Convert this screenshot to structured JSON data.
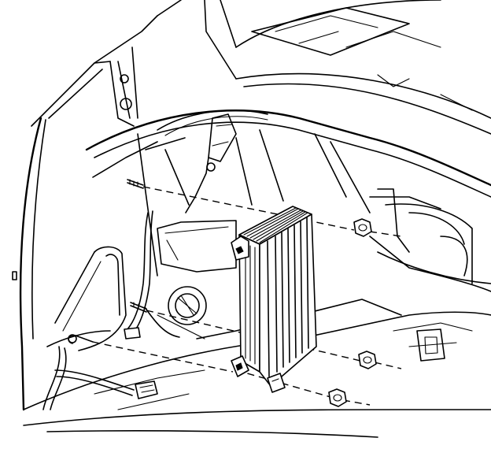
{
  "figure": {
    "kind": "technical-line-drawing",
    "description_labels": [],
    "parts": [
      {
        "name": "amplifier-module",
        "icon": "amplifier-icon"
      },
      {
        "name": "mounting-stud-upper",
        "icon": "stud-icon"
      },
      {
        "name": "mounting-stud-lower",
        "icon": "stud-icon"
      },
      {
        "name": "nut-upper",
        "icon": "nut-icon"
      },
      {
        "name": "nut-middle",
        "icon": "nut-icon"
      },
      {
        "name": "nut-lower",
        "icon": "nut-icon"
      },
      {
        "name": "wire-harness",
        "icon": "harness-icon"
      },
      {
        "name": "electrical-connector",
        "icon": "connector-icon"
      }
    ],
    "colors": {
      "line": "#000000",
      "background": "#ffffff"
    }
  }
}
